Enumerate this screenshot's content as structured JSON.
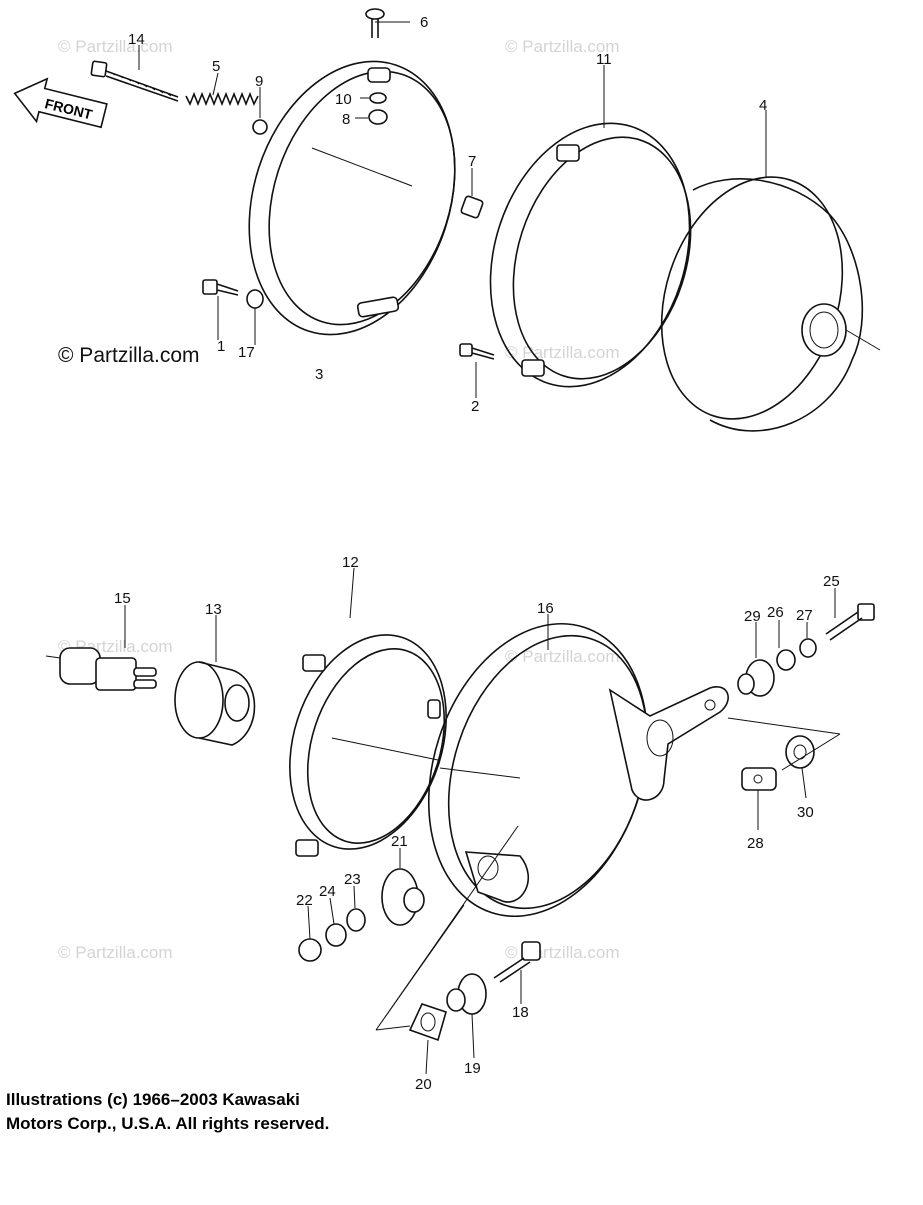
{
  "watermark": "© Partzilla.com",
  "watermark_main": "© Partzilla.com",
  "front_label": "FRONT",
  "copyright": {
    "line1": "Illustrations (c) 1966–2003 Kawasaki",
    "line2": "Motors Corp., U.S.A.  All rights reserved."
  },
  "callouts": [
    "1",
    "2",
    "3",
    "4",
    "5",
    "6",
    "7",
    "8",
    "9",
    "10",
    "11",
    "12",
    "13",
    "14",
    "15",
    "16",
    "17",
    "18",
    "19",
    "20",
    "21",
    "22",
    "23",
    "24",
    "25",
    "26",
    "27",
    "28",
    "29",
    "30"
  ]
}
